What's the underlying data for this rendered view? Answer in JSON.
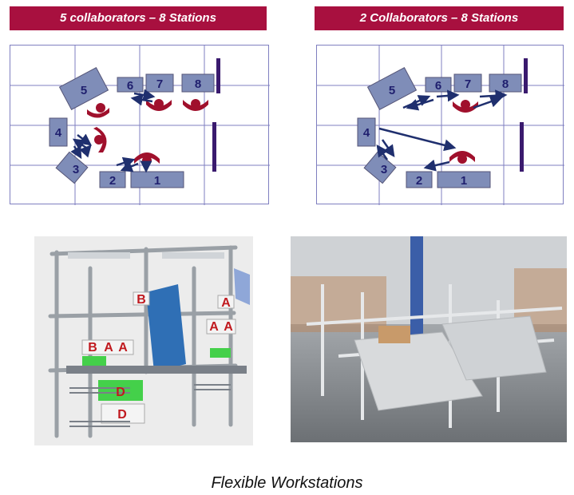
{
  "panels": {
    "left_title": "5 collaborators – 8 Stations",
    "right_title": "2 Collaborators – 8 Stations"
  },
  "stations": [
    "1",
    "2",
    "3",
    "4",
    "5",
    "6",
    "7",
    "8"
  ],
  "render_labels": {
    "b": "B",
    "a": "A",
    "d": "D"
  },
  "caption": "Flexible Workstations",
  "colors": {
    "banner": "#a8103f",
    "station_fill": "#7f8db8",
    "operator": "#a0102c",
    "arrow": "#1f2f6e",
    "wall": "#3a1a6e"
  }
}
